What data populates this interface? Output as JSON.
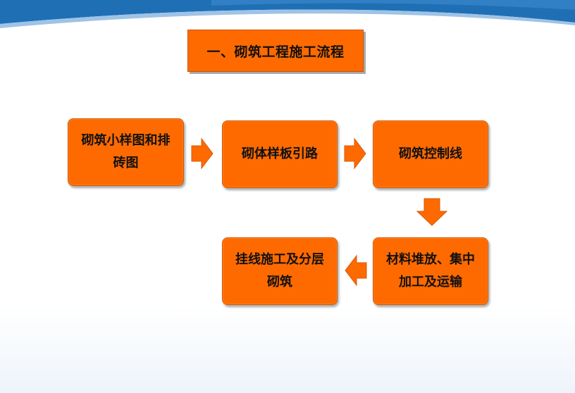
{
  "title": "一、砌筑工程施工流程",
  "flow": [
    {
      "id": "n1",
      "text": "砌筑小样图和排砖图"
    },
    {
      "id": "n2",
      "text": "砌体样板引路"
    },
    {
      "id": "n3",
      "text": "砌筑控制线"
    },
    {
      "id": "n4",
      "text": "材料堆放、集中加工及运输"
    },
    {
      "id": "n5",
      "text": "挂线施工及分层砌筑"
    }
  ],
  "colors": {
    "box_fill": "#ff6a00",
    "arrow_fill": "#ff6a00",
    "header_blue": "#1f6fb5"
  }
}
